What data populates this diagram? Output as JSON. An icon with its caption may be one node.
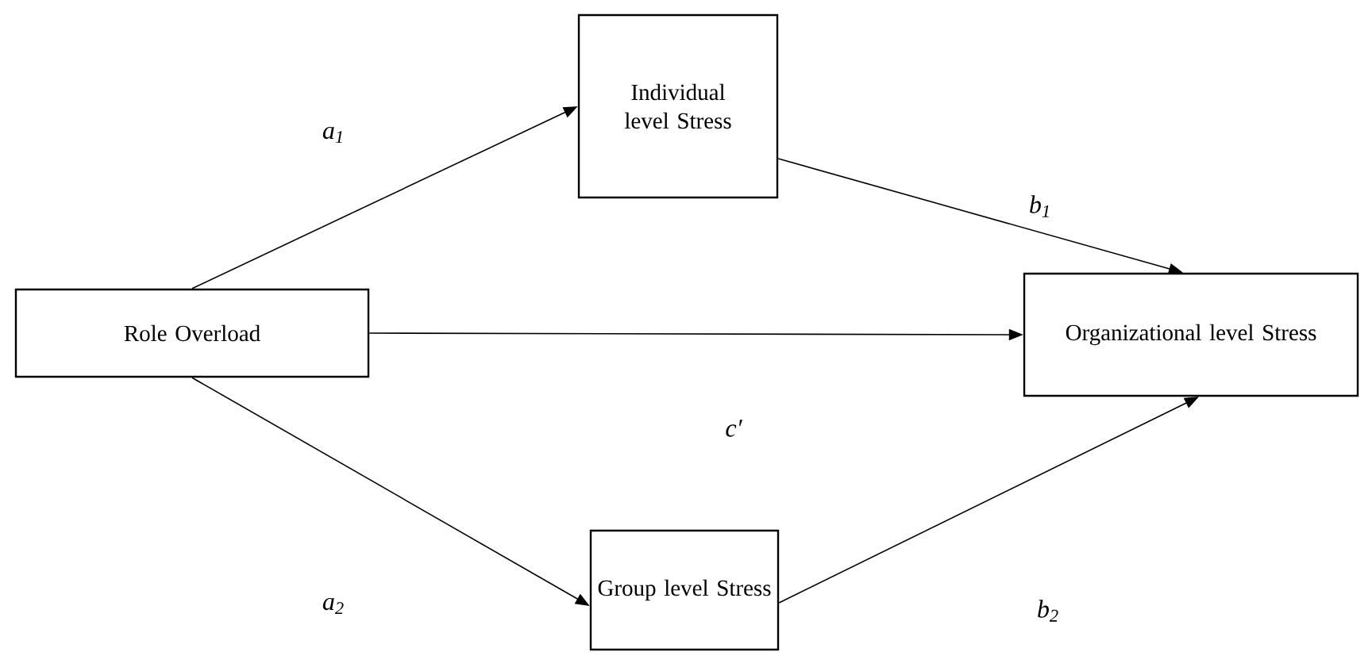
{
  "diagram": {
    "nodes": [
      {
        "text": [
          "Role Overload"
        ]
      },
      {
        "text": [
          "Individual level Stress"
        ]
      },
      {
        "text": [
          "Organizational level Stress"
        ]
      },
      {
        "text": [
          "Group level Stress"
        ]
      }
    ],
    "edges": [
      {
        "from": 0,
        "to": 1,
        "arrow": "to",
        "label": "*a*$_{1}$"
      },
      {
        "from": 1,
        "to": 2,
        "arrow": "to",
        "label": "*b*$_{1}$"
      },
      {
        "from": 0,
        "to": 2,
        "arrow": "to",
        "label": "*c*′"
      },
      {
        "from": 0,
        "to": 3,
        "arrow": "to",
        "label": "*a*$_{2}$"
      },
      {
        "from": 3,
        "to": 2,
        "arrow": "to",
        "label": "*b*$_{2}$"
      }
    ]
  }
}
